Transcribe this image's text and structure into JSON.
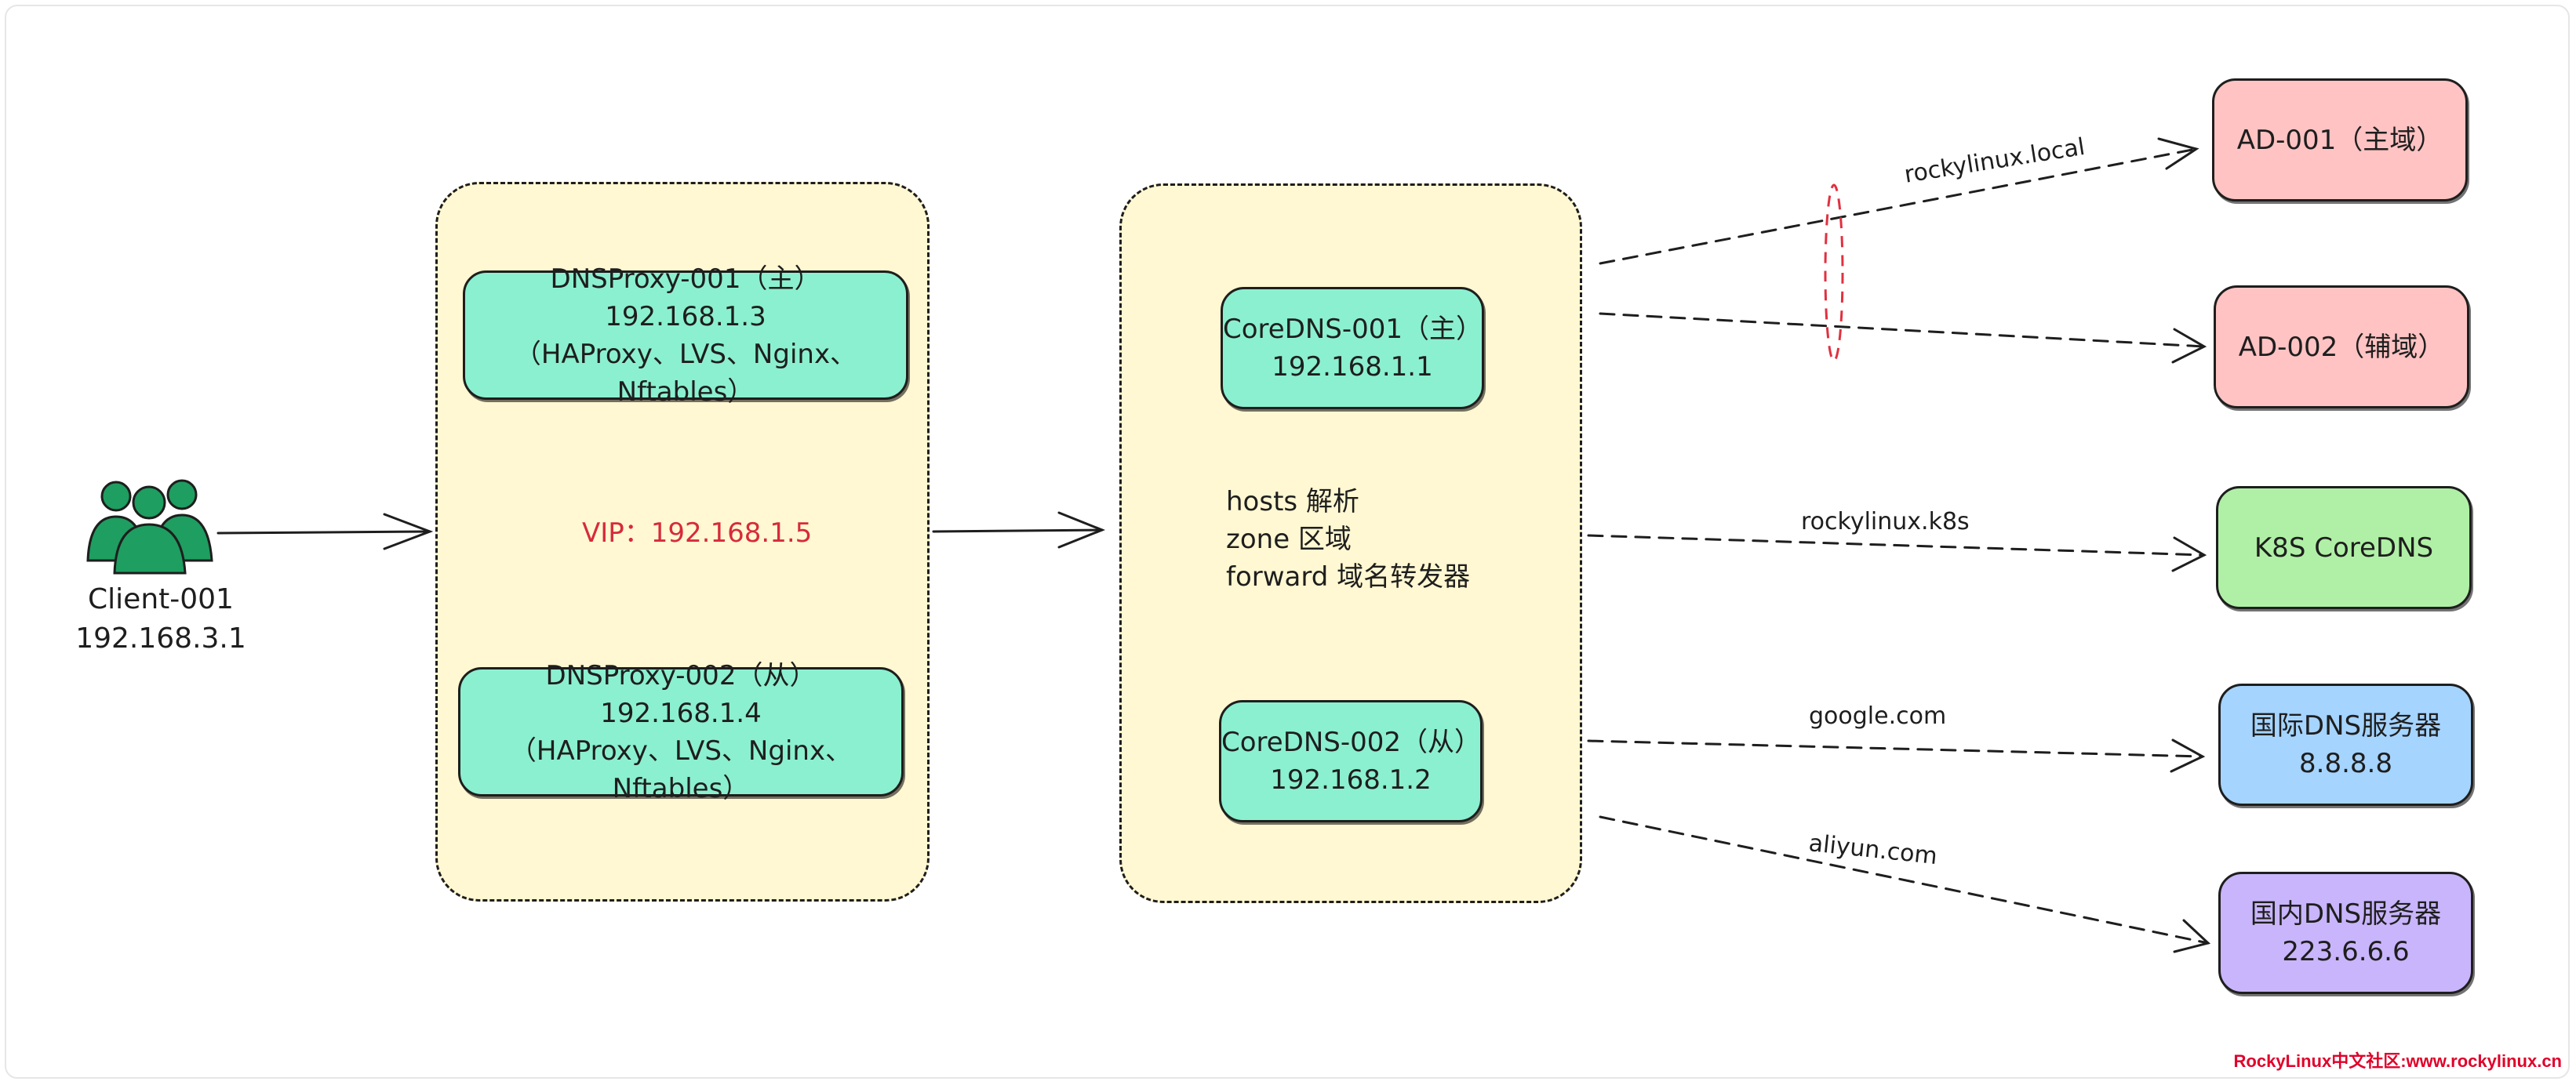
{
  "client": {
    "name": "Client-001",
    "ip": "192.168.3.1"
  },
  "proxy_group": {
    "vip": "VIP：192.168.1.5",
    "primary": {
      "title": "DNSProxy-001（主）",
      "ip": "192.168.1.3",
      "tools": "（HAProxy、LVS、Nginx、Nftables）"
    },
    "secondary": {
      "title": "DNSProxy-002（从）",
      "ip": "192.168.1.4",
      "tools": "（HAProxy、LVS、Nginx、Nftables）"
    }
  },
  "coredns_group": {
    "primary": {
      "title": "CoreDNS-001（主）",
      "ip": "192.168.1.1"
    },
    "secondary": {
      "title": "CoreDNS-002（从）",
      "ip": "192.168.1.2"
    },
    "features": [
      "hosts 解析",
      "zone 区域",
      "forward 域名转发器"
    ]
  },
  "edges": {
    "ad_domain": "rockylinux.local",
    "k8s_domain": "rockylinux.k8s",
    "intl_domain": "google.com",
    "cn_domain": "aliyun.com"
  },
  "targets": {
    "ad1": {
      "title": "AD-001（主域）"
    },
    "ad2": {
      "title": "AD-002（辅域）"
    },
    "k8s": {
      "title": "K8S CoreDNS"
    },
    "intl": {
      "title": "国际DNS服务器",
      "ip": "8.8.8.8"
    },
    "cn": {
      "title": "国内DNS服务器",
      "ip": "223.6.6.6"
    }
  },
  "footer": {
    "brand": "RockyLinux中文社区:www.rockylinux.cn"
  },
  "colors": {
    "group_fill": "#fff8d2",
    "node_teal": "#8bf0cf",
    "ad_pink": "#ffc3c3",
    "k8s_green": "#b0f0a6",
    "intl_blue": "#a5d4ff",
    "cn_purple": "#c9b5fb",
    "client_green": "#1e9e60",
    "vip_red": "#d62b3a",
    "brand_red": "#e0002a"
  },
  "icons": {
    "client": "users-icon"
  }
}
